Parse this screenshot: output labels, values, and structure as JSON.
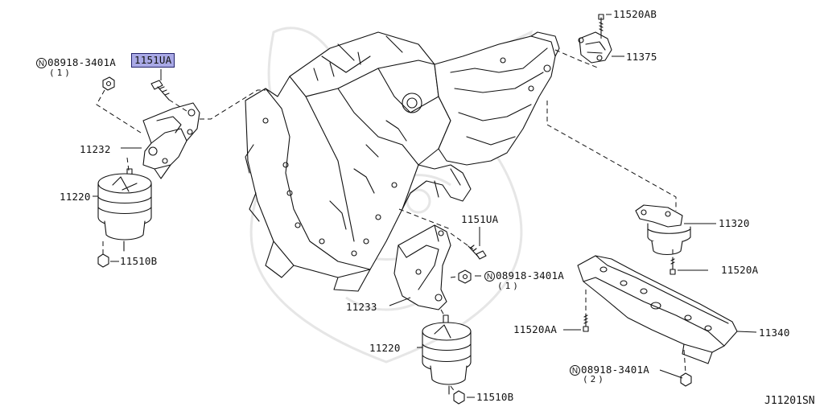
{
  "diagram_code": "J11201SN",
  "parts": {
    "p1151ua_top": "1151UA",
    "p1151ua_mid": "1151UA",
    "p11520ab": "11520AB",
    "p11375": "11375",
    "p11232": "11232",
    "p11220_left": "11220",
    "p11510b_left": "11510B",
    "p11320": "11320",
    "p11520a": "11520A",
    "p11233": "11233",
    "p11220_bottom": "11220",
    "p11510b_bottom": "11510B",
    "p11520aa": "11520AA",
    "p11340": "11340"
  },
  "nuts": {
    "nut_top": {
      "mark": "N",
      "part": "08918-3401A",
      "qty": "(1)"
    },
    "nut_mid": {
      "mark": "N",
      "part": "08918-3401A",
      "qty": "(1)"
    },
    "nut_bottom": {
      "mark": "N",
      "part": "08918-3401A",
      "qty": "(2)"
    }
  },
  "highlight_color": "#a9a9e6"
}
